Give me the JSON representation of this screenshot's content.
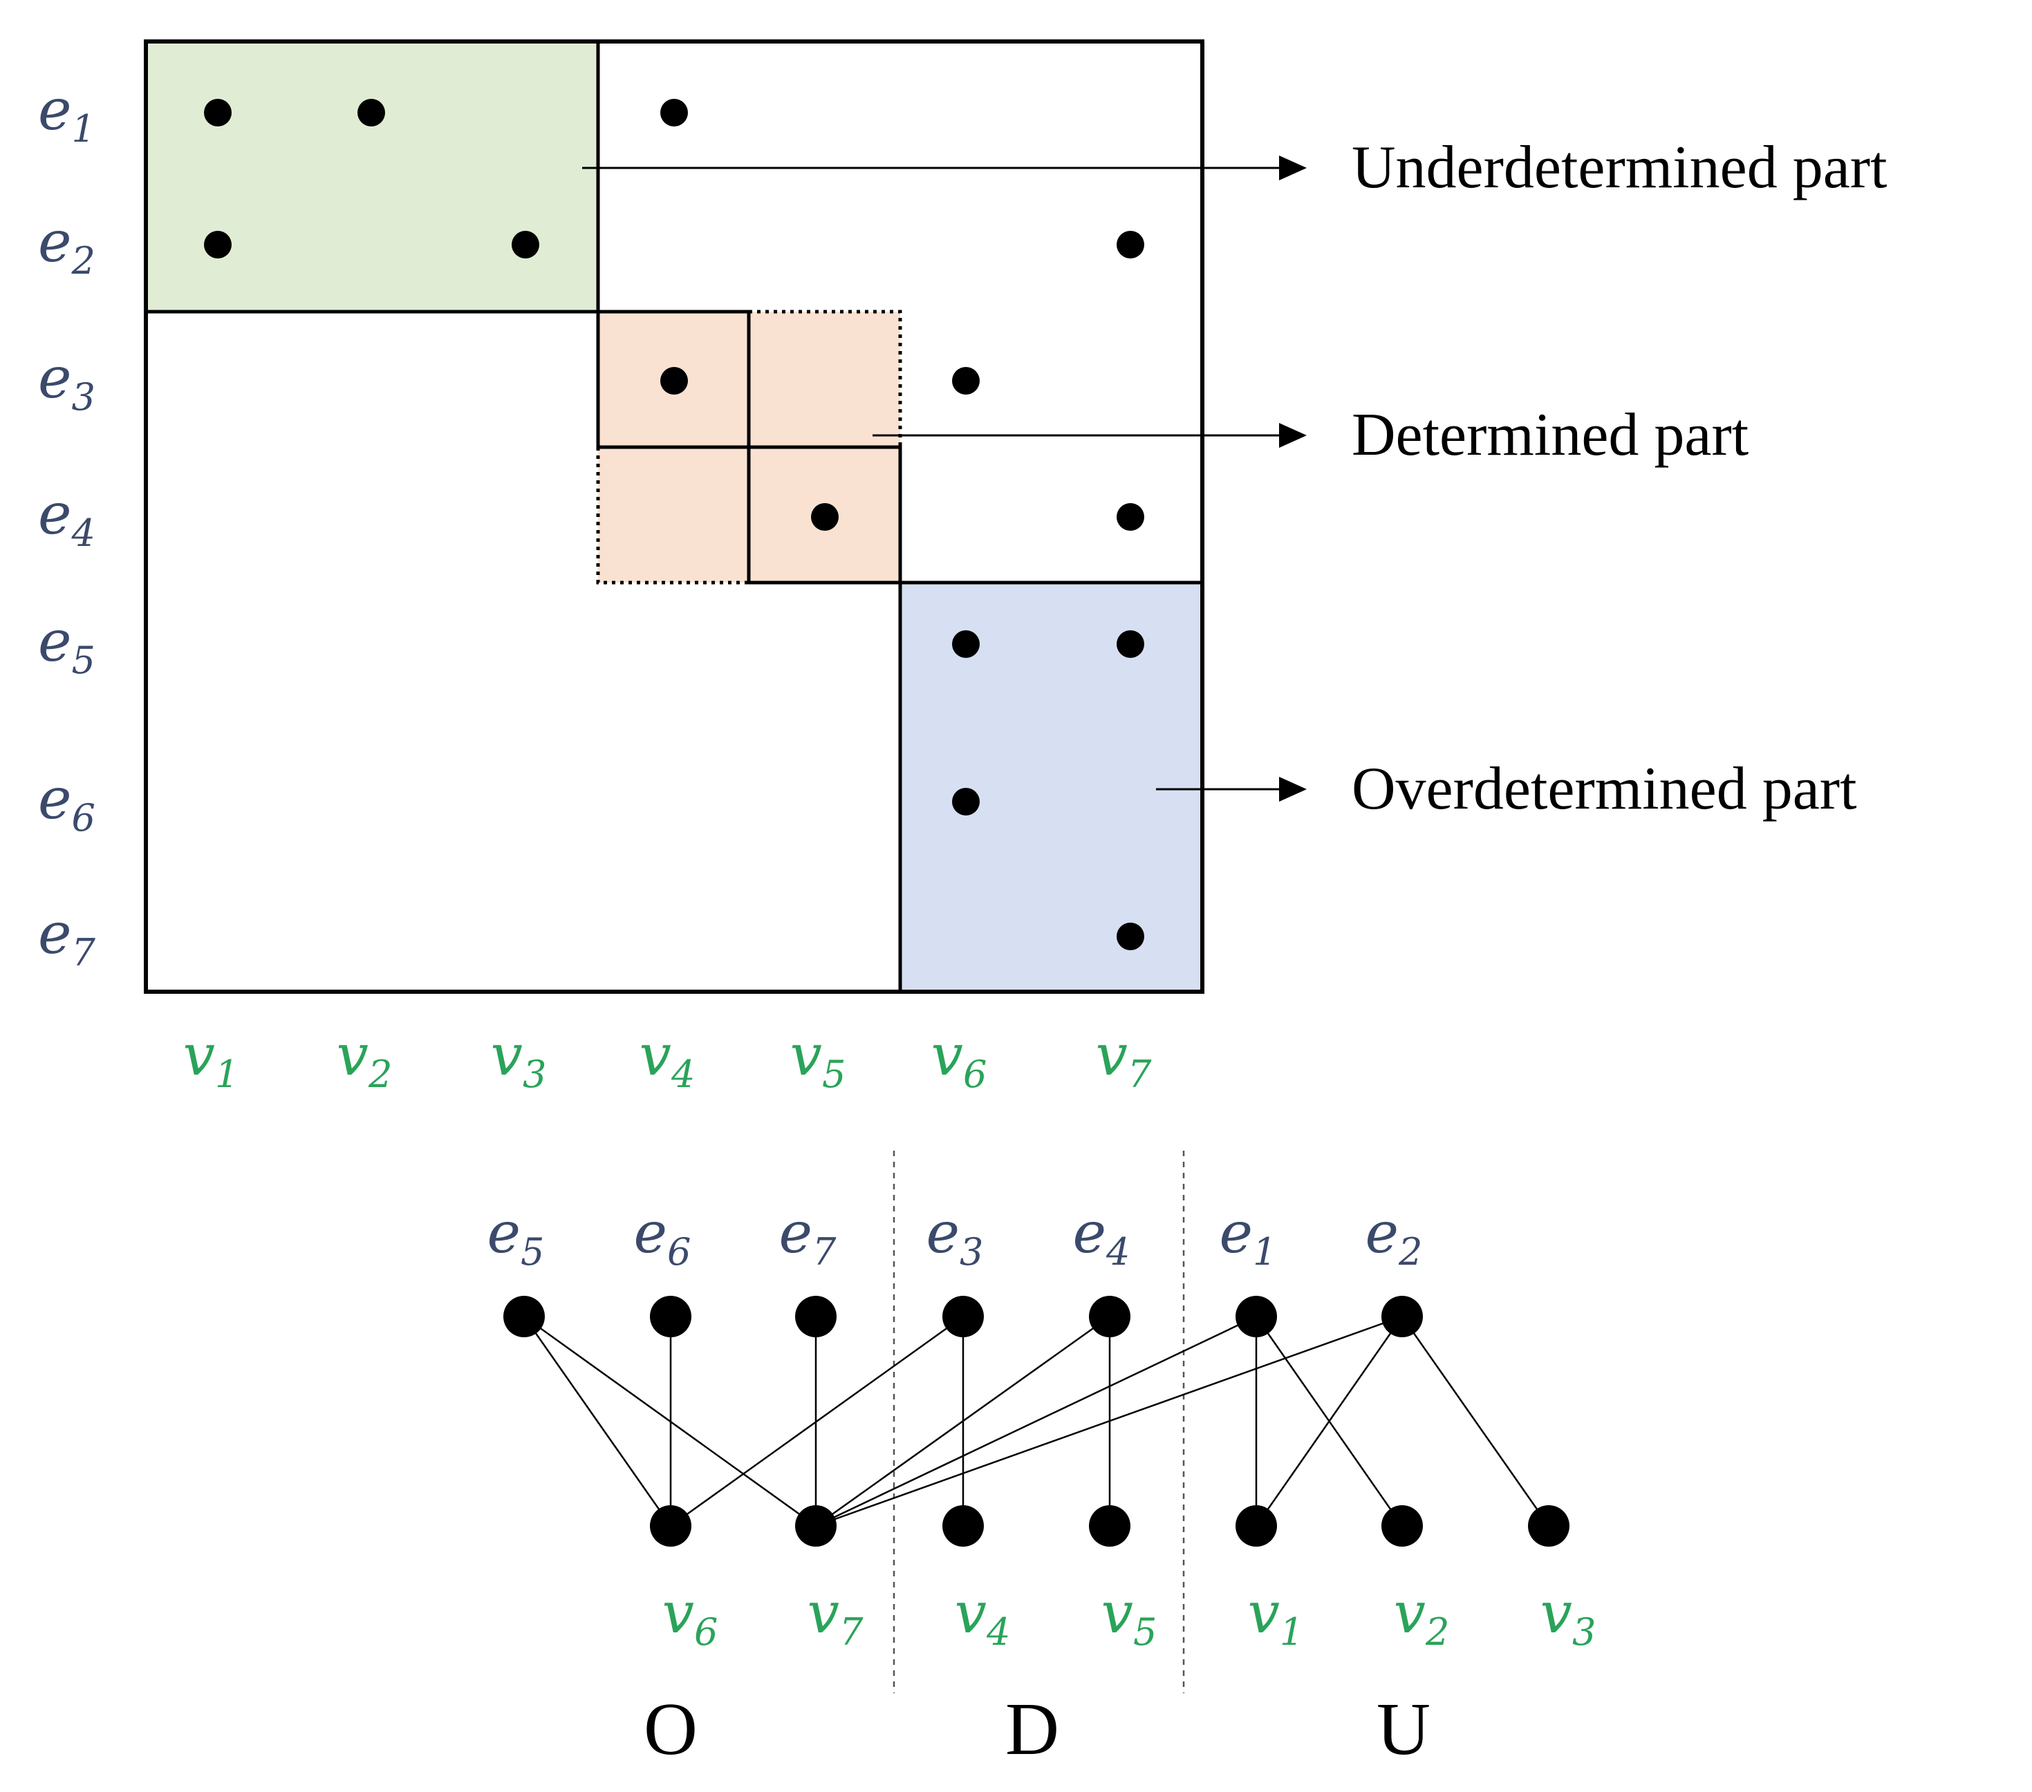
{
  "matrix": {
    "rows": [
      "e1",
      "e2",
      "e3",
      "e4",
      "e5",
      "e6",
      "e7"
    ],
    "cols": [
      "v1",
      "v2",
      "v3",
      "v4",
      "v5",
      "v6",
      "v7"
    ],
    "row_labels": [
      {
        "base": "e",
        "sub": "1"
      },
      {
        "base": "e",
        "sub": "2"
      },
      {
        "base": "e",
        "sub": "3"
      },
      {
        "base": "e",
        "sub": "4"
      },
      {
        "base": "e",
        "sub": "5"
      },
      {
        "base": "e",
        "sub": "6"
      },
      {
        "base": "e",
        "sub": "7"
      }
    ],
    "col_labels": [
      {
        "base": "v",
        "sub": "1"
      },
      {
        "base": "v",
        "sub": "2"
      },
      {
        "base": "v",
        "sub": "3"
      },
      {
        "base": "v",
        "sub": "4"
      },
      {
        "base": "v",
        "sub": "5"
      },
      {
        "base": "v",
        "sub": "6"
      },
      {
        "base": "v",
        "sub": "7"
      }
    ],
    "entries": [
      [
        "e1",
        "v1"
      ],
      [
        "e1",
        "v2"
      ],
      [
        "e1",
        "v4"
      ],
      [
        "e2",
        "v1"
      ],
      [
        "e2",
        "v3"
      ],
      [
        "e2",
        "v7"
      ],
      [
        "e3",
        "v4"
      ],
      [
        "e3",
        "v6"
      ],
      [
        "e4",
        "v5"
      ],
      [
        "e4",
        "v7"
      ],
      [
        "e5",
        "v6"
      ],
      [
        "e5",
        "v7"
      ],
      [
        "e6",
        "v6"
      ],
      [
        "e7",
        "v7"
      ]
    ],
    "blocks": [
      {
        "name": "underdetermined",
        "rows": [
          "e1",
          "e2"
        ],
        "cols": [
          "v1",
          "v2",
          "v3"
        ],
        "color": "#e0edd4"
      },
      {
        "name": "determined",
        "rows": [
          "e3",
          "e4"
        ],
        "cols": [
          "v4",
          "v5"
        ],
        "color": "#fae2d2"
      },
      {
        "name": "overdetermined",
        "rows": [
          "e5",
          "e6",
          "e7"
        ],
        "cols": [
          "v6",
          "v7"
        ],
        "color": "#d6e0f2"
      }
    ]
  },
  "annotations": {
    "underdetermined": "Underdetermined part",
    "determined": "Determined part",
    "overdetermined": "Overdetermined part"
  },
  "bipartite": {
    "top": [
      {
        "id": "e5",
        "base": "e",
        "sub": "5"
      },
      {
        "id": "e6",
        "base": "e",
        "sub": "6"
      },
      {
        "id": "e7",
        "base": "e",
        "sub": "7"
      },
      {
        "id": "e3",
        "base": "e",
        "sub": "3"
      },
      {
        "id": "e4",
        "base": "e",
        "sub": "4"
      },
      {
        "id": "e1",
        "base": "e",
        "sub": "1"
      },
      {
        "id": "e2",
        "base": "e",
        "sub": "2"
      }
    ],
    "bottom": [
      {
        "id": "v6",
        "base": "v",
        "sub": "6"
      },
      {
        "id": "v7",
        "base": "v",
        "sub": "7"
      },
      {
        "id": "v4",
        "base": "v",
        "sub": "4"
      },
      {
        "id": "v5",
        "base": "v",
        "sub": "5"
      },
      {
        "id": "v1",
        "base": "v",
        "sub": "1"
      },
      {
        "id": "v2",
        "base": "v",
        "sub": "2"
      },
      {
        "id": "v3",
        "base": "v",
        "sub": "3"
      }
    ],
    "edges": [
      [
        "e5",
        "v6"
      ],
      [
        "e5",
        "v7"
      ],
      [
        "e6",
        "v6"
      ],
      [
        "e7",
        "v7"
      ],
      [
        "e3",
        "v6"
      ],
      [
        "e3",
        "v4"
      ],
      [
        "e4",
        "v7"
      ],
      [
        "e4",
        "v5"
      ],
      [
        "e1",
        "v7"
      ],
      [
        "e1",
        "v1"
      ],
      [
        "e1",
        "v2"
      ],
      [
        "e2",
        "v1"
      ],
      [
        "e2",
        "v3"
      ],
      [
        "e2",
        "v7"
      ]
    ],
    "partitions": [
      "O",
      "D",
      "U"
    ]
  },
  "colors": {
    "e_label": "#3b4a6b",
    "v_label": "#2aa35a",
    "under": "#e0edd4",
    "determined": "#fae2d2",
    "over": "#d6e0f2"
  }
}
